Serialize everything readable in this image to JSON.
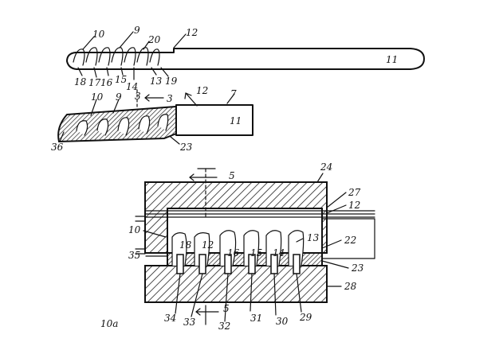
{
  "refs": {
    "r10_top": "10",
    "r9_top": "9",
    "r20": "20",
    "r12_top": "12",
    "r11_top": "11",
    "r18": "18",
    "r17": "17",
    "r16": "16",
    "r15": "15",
    "r14_top": "14",
    "r13_top": "13",
    "r19": "19",
    "r10_mid": "10",
    "r9_mid": "9",
    "r3_left": "3",
    "r3_right": "3",
    "r12_mid": "12",
    "r7": "7",
    "r11_mid": "11",
    "r36": "36",
    "r23_mid": "23",
    "r5_top": "5",
    "r24": "24",
    "r27": "27",
    "r12_bot": "12",
    "r10_bot": "10",
    "r22": "22",
    "r35": "35",
    "r18_in": "18",
    "r12_in": "12",
    "r16_in": "16",
    "r15_in": "15",
    "r14_in": "14",
    "r13_bot": "13",
    "r23_bot": "23",
    "r28": "28",
    "r34": "34",
    "r33": "33",
    "r5_bot": "5",
    "r32": "32",
    "r31": "31",
    "r30": "30",
    "r29": "29",
    "r10a": "10a"
  }
}
